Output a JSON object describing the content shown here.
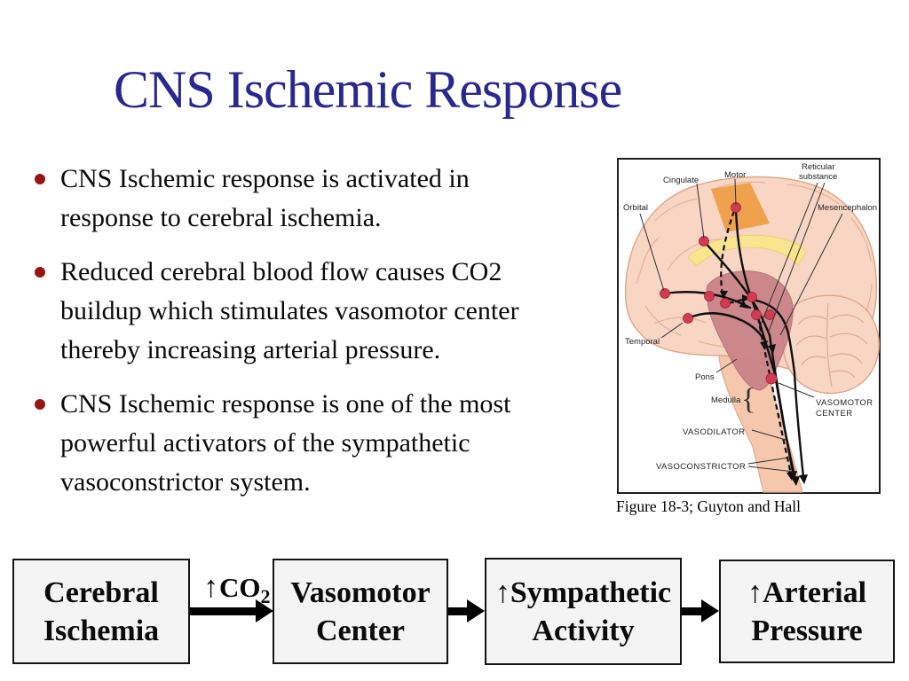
{
  "title": "CNS Ischemic Response",
  "bullets": [
    {
      "lines": [
        "CNS Ischemic response is activated in",
        "response to cerebral ischemia."
      ]
    },
    {
      "lines": [
        "Reduced cerebral blood flow causes CO2",
        "buildup which stimulates vasomotor center",
        "thereby increasing arterial pressure."
      ]
    },
    {
      "lines": [
        "CNS Ischemic response is one of the most",
        "powerful activators of the sympathetic",
        "vasoconstrictor system."
      ]
    }
  ],
  "figure": {
    "caption": "Figure 18-3; Guyton and Hall",
    "labels": {
      "cingulate": "Cingulate",
      "motor": "Motor",
      "reticular_1": "Reticular",
      "reticular_2": "substance",
      "orbital": "Orbital",
      "mesencephalon": "Mesencephalon",
      "temporal": "Temporal",
      "pons": "Pons",
      "medulla": "Medulla",
      "medulla_brace": "{",
      "vasomotor_1": "VASOMOTOR",
      "vasomotor_2": "CENTER",
      "vasodilator": "VASODILATOR",
      "vasoconstrictor": "VASOCONSTRICTOR"
    }
  },
  "flow": {
    "box1": {
      "line1": "Cerebral",
      "line2": "Ischemia"
    },
    "co2": {
      "arrow": "↑",
      "base": "CO",
      "sub": "2"
    },
    "box2": {
      "line1": "Vasomotor",
      "line2": "Center"
    },
    "box3": {
      "arrow": "↑",
      "line1": "Sympathetic",
      "line2": "Activity"
    },
    "box4": {
      "arrow": "↑",
      "line1": "Arterial",
      "line2": "Pressure"
    }
  },
  "colors": {
    "title_text": "#28288e",
    "bullet_marker": "#991515",
    "body_text": "#0a0a0a",
    "flow_box_fill": "#f4f4f4",
    "flow_box_border": "#141414",
    "brain_cortex": "#f8d6c3",
    "brain_outline": "#dfa88e",
    "motor_region": "#efa14e",
    "cingulate_band": "#f8e58e",
    "deep_region": "#c98388",
    "neuron_dot": "#d33b52"
  }
}
